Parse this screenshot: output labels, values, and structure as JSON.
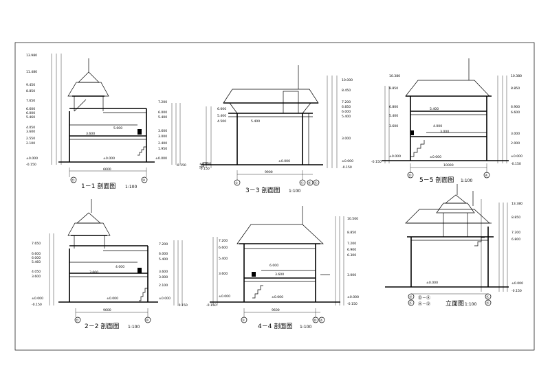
{
  "sheet": {
    "sections": [
      {
        "id": "s11",
        "title": "1－1 剖面图",
        "scale": "1:100",
        "left_levels": [
          "13.980",
          "11.480",
          "9.450",
          "8.850",
          "7.650",
          "6.600",
          "6.000",
          "5.460",
          "4.050",
          "3.600",
          "2.550",
          "2.100",
          "±0.000",
          "-0.150"
        ],
        "right_levels": [
          "7.200",
          "6.000",
          "5.400",
          "3.600",
          "3.000",
          "2.400",
          "1.950",
          "±0.000",
          "-0.150"
        ],
        "floor_labels": [
          "3.600",
          "5.000",
          "±0.000"
        ],
        "width_dim": "6600",
        "axes": [
          "⑪",
          "⑩"
        ]
      },
      {
        "id": "s33",
        "title": "3－3 剖面图",
        "scale": "1:100",
        "left_levels": [
          "6.000",
          "5.400",
          "4.500",
          "±0.000",
          "-0.150"
        ],
        "right_levels": [
          "10.000",
          "8.450",
          "7.200",
          "6.850",
          "6.000",
          "5.400",
          "3.000",
          "±0.000",
          "-0.150"
        ],
        "floor_labels": [
          "5.400",
          "±0.000"
        ],
        "width_dim": "9900",
        "axes": [
          "①",
          "Ⓒ",
          "Ⓑ",
          "Ⓐ"
        ]
      },
      {
        "id": "s55",
        "title": "5－5 剖面图",
        "scale": "1:100",
        "left_levels": [
          "10.380",
          "8.850",
          "6.800",
          "5.400",
          "3.600",
          "±0.000",
          "-0.150"
        ],
        "right_levels": [
          "10.380",
          "8.850",
          "6.900",
          "6.600",
          "3.000",
          "2.000",
          "±0.000",
          "-0.150"
        ],
        "floor_labels": [
          "5.400",
          "4.000",
          "3.000",
          "±0.000"
        ],
        "width_dim": "10000",
        "axes": [
          "Ⓓ",
          "Ⓐ"
        ]
      },
      {
        "id": "s22",
        "title": "2－2 剖面图",
        "scale": "1:100",
        "left_levels": [
          "7.650",
          "6.600",
          "6.000",
          "5.460",
          "4.050",
          "3.600",
          "±0.000",
          "-0.150"
        ],
        "right_levels": [
          "7.200",
          "6.000",
          "5.400",
          "3.600",
          "3.000",
          "2.100",
          "±0.000",
          "-0.150"
        ],
        "floor_labels": [
          "4.000",
          "3.600",
          "±0.000"
        ],
        "width_dim": "9600",
        "axes": [
          "⑪",
          "⑩"
        ]
      },
      {
        "id": "s44",
        "title": "4－4 剖面图",
        "scale": "1:100",
        "left_levels": [
          "7.200",
          "6.600",
          "5.400",
          "3.600",
          "±0.000",
          "-0.150"
        ],
        "right_levels": [
          "10.500",
          "8.850",
          "7.200",
          "6.900",
          "6.300",
          "3.000",
          "±0.000",
          "-0.150"
        ],
        "floor_labels": [
          "6.000",
          "3.600",
          "±0.000"
        ],
        "width_dim": "9600",
        "axes": [
          "①",
          "Ⓑ",
          "Ⓐ"
        ]
      },
      {
        "id": "side",
        "title": "立面图",
        "scale": "1:100",
        "axis_labels": [
          "Ⓓ－Ⓐ",
          "Ⓐ－Ⓓ"
        ],
        "left_levels": [
          "±0.000"
        ],
        "right_levels": [
          "13.380",
          "8.850",
          "7.200",
          "6.800",
          "±0.000",
          "-0.150"
        ],
        "axes": [
          "Ⓓ",
          "Ⓐ",
          "Ⓐ",
          "Ⓓ"
        ]
      }
    ]
  }
}
